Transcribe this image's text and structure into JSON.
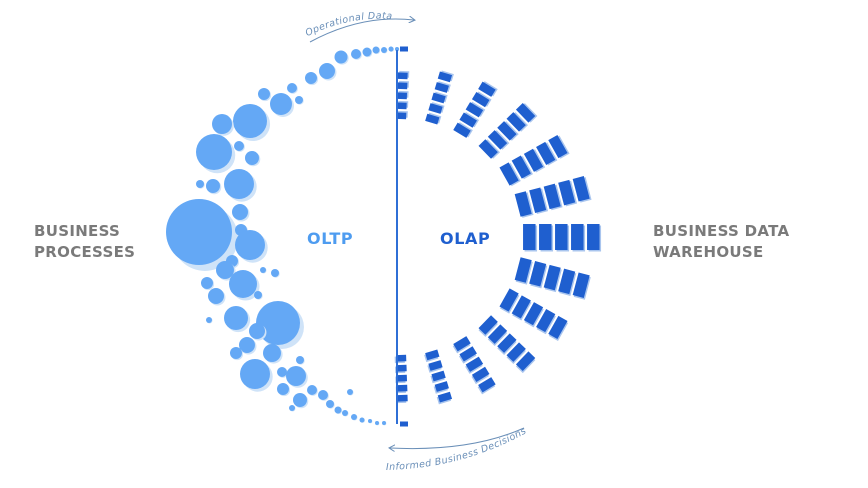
{
  "labels": {
    "left_line1": "BUSINESS",
    "left_line2": "PROCESSES",
    "right_line1": "BUSINESS DATA",
    "right_line2": "WAREHOUSE",
    "oltp": "OLTP",
    "olap": "OLAP",
    "top_flow": "Operational Data",
    "bottom_flow": "Informed Business Decisions"
  },
  "colors": {
    "oltp": "#4e9cf0",
    "olap": "#1f5fcf",
    "bubble": "#64a8f5",
    "bubble_shadow": "#cfe3f8",
    "block": "#1f5fcf",
    "block_shadow": "#a9c5ee",
    "divider": "#2f6fd6",
    "side_text": "#7a7a7a"
  }
}
